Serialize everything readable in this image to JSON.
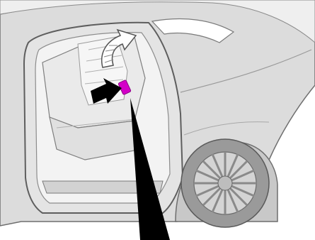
{
  "figure": {
    "subject": "car-rear-door-open-fold-seat",
    "colors": {
      "body_light": "#e6e6e6",
      "body_mid": "#cfcfcf",
      "body_dark": "#a8a8a8",
      "outline": "#6e6e6e",
      "interior": "#f2f2f2",
      "highlight": "#d400c8",
      "pointer": "#000000",
      "tire": "#9a9a9a",
      "rim": "#c9c9c9"
    },
    "callouts": {
      "fold_arrow_icon": "curved-arrow-up-right",
      "pointer_arrow_icon": "thick-arrow-right",
      "leader_line": "vertical-leader"
    }
  }
}
